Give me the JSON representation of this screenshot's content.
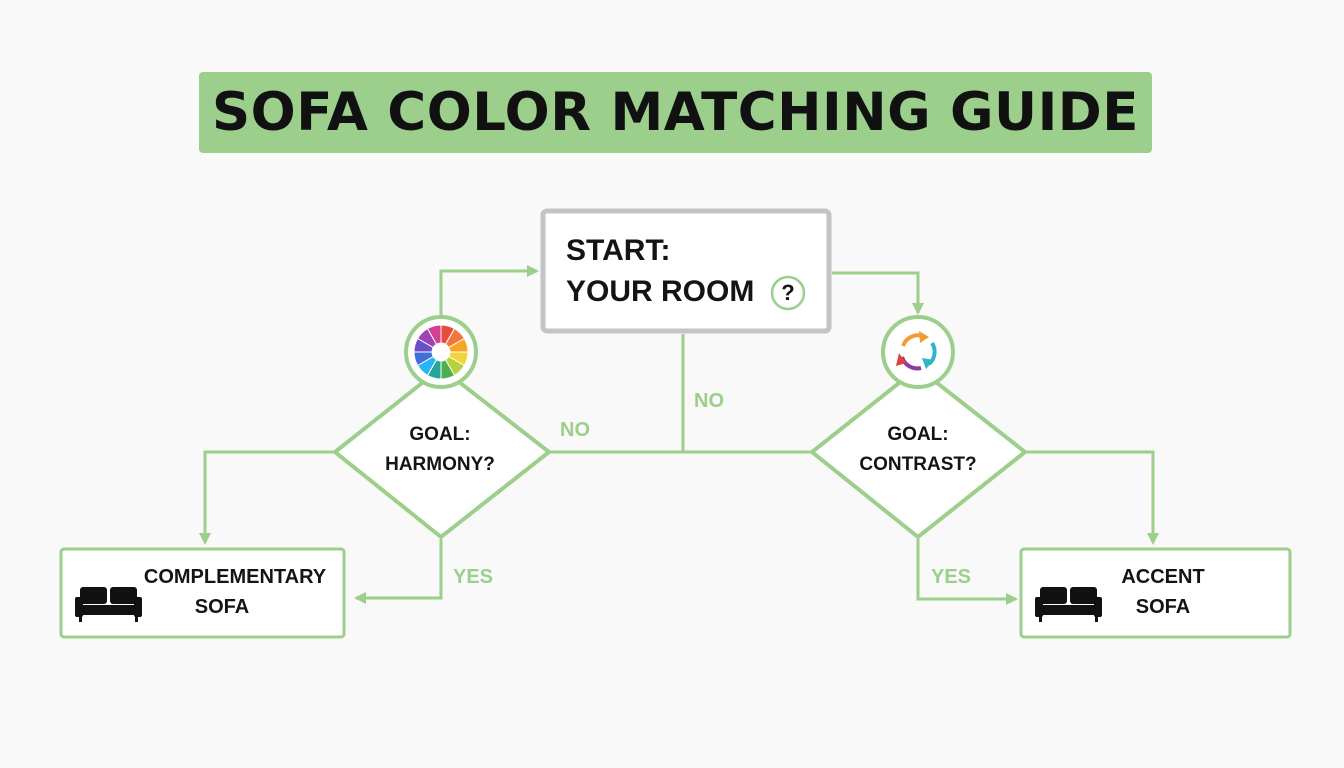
{
  "title": "SOFA COLOR MATCHING GUIDE",
  "colors": {
    "accent": "#9cce8c",
    "start_border": "#c4c4c4",
    "text": "#141414",
    "background": "#f8f9f8"
  },
  "nodes": {
    "start": {
      "line1": "START:",
      "line2": "YOUR ROOM",
      "icon": "question-icon",
      "icon_glyph": "?"
    },
    "harmony": {
      "line1": "GOAL:",
      "line2": "HARMONY?",
      "icon": "color-wheel-icon"
    },
    "contrast": {
      "line1": "GOAL:",
      "line2": "CONTRAST?",
      "icon": "cycle-arrows-icon"
    },
    "complementary": {
      "line1": "COMPLEMENTARY",
      "line2": "SOFA",
      "icon": "sofa-icon"
    },
    "accent": {
      "line1": "ACCENT",
      "line2": "SOFA",
      "icon": "sofa-icon"
    }
  },
  "edge_labels": {
    "harmony_no": "NO",
    "start_no": "NO",
    "harmony_yes": "YES",
    "contrast_yes": "YES"
  }
}
